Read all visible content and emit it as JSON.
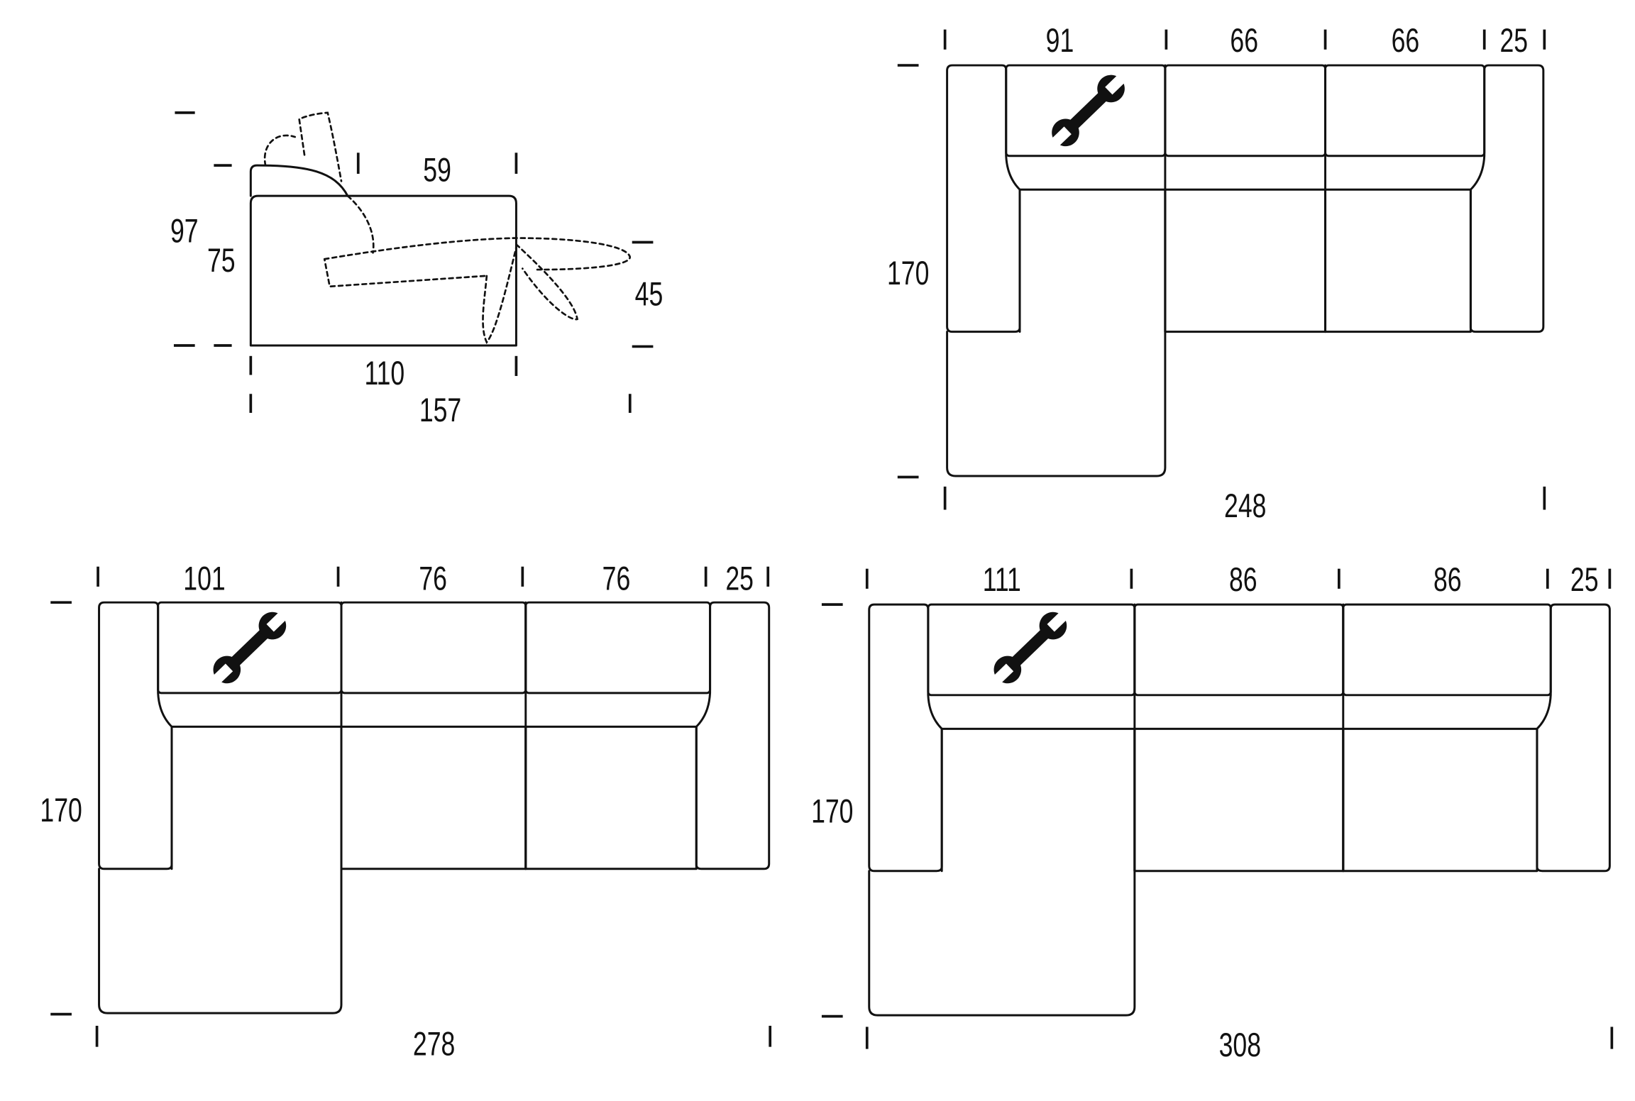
{
  "side_view": {
    "seat_depth": "59",
    "total_height": "97",
    "back_height": "75",
    "footrest_height": "45",
    "depth": "110",
    "extended_depth": "157"
  },
  "plans": [
    {
      "module_widths": [
        "91",
        "66",
        "66",
        "25"
      ],
      "depth": "170",
      "total_width": "248",
      "icon": "wrench-icon"
    },
    {
      "module_widths": [
        "101",
        "76",
        "76",
        "25"
      ],
      "depth": "170",
      "total_width": "278",
      "icon": "wrench-icon"
    },
    {
      "module_widths": [
        "111",
        "86",
        "86",
        "25"
      ],
      "depth": "170",
      "total_width": "308",
      "icon": "wrench-icon"
    }
  ]
}
